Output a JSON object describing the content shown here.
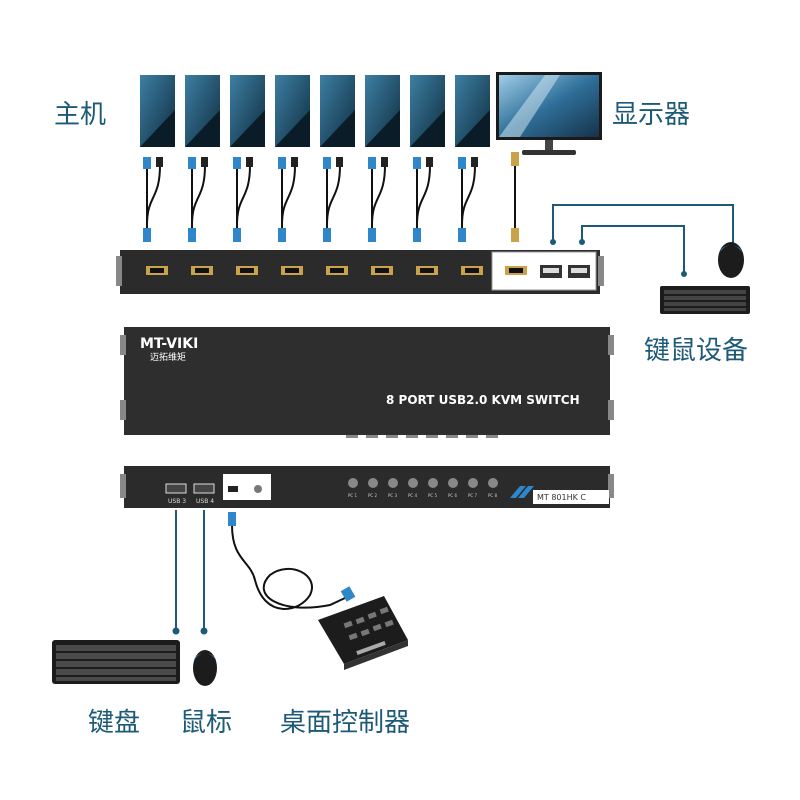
{
  "labels": {
    "host": "主机",
    "display": "显示器",
    "kbmouse_device": "键鼠设备",
    "keyboard": "键盘",
    "mouse": "鼠标",
    "desk_controller": "桌面控制器"
  },
  "kvm_front": {
    "brand": "MT-VIKI",
    "brand_sub": "迈拓维矩",
    "title": "8 PORT USB2.0 KVM SWITCH"
  },
  "kvm_back": {
    "usb_labels": [
      "USB 3",
      "USB 4"
    ],
    "model": "MT  801HK  C",
    "port_buttons": [
      "PC 1",
      "PC 2",
      "PC 3",
      "PC 4",
      "PC 5",
      "PC 6",
      "PC 7",
      "PC 8"
    ]
  },
  "colors": {
    "label": "#1d5a78",
    "device_body": "#2b2b2b",
    "hdmi_gold": "#c9a24a",
    "usb_blue": "#2f86c8",
    "line": "#1d5a78"
  }
}
